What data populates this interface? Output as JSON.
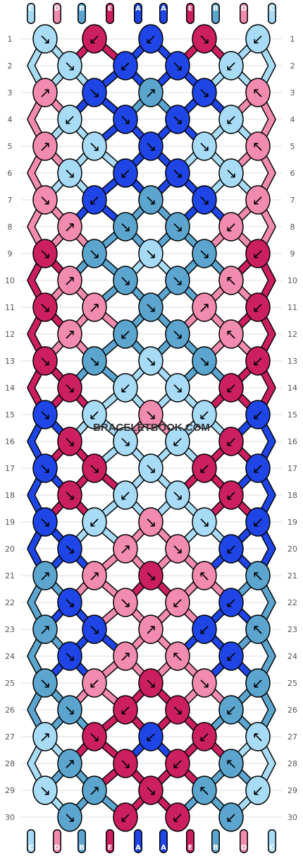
{
  "colors": {
    "A": "#1f45e6",
    "B": "#5ba5cf",
    "C": "#a8dcf6",
    "D": "#f28bb0",
    "E": "#cc1f60"
  },
  "strands_top": [
    "C",
    "D",
    "B",
    "E",
    "A",
    "A",
    "E",
    "B",
    "D",
    "C"
  ],
  "strands_bottom": [
    "C",
    "D",
    "B",
    "E",
    "A",
    "A",
    "E",
    "B",
    "D",
    "C"
  ],
  "row_numbers": [
    "1",
    "2",
    "3",
    "4",
    "5",
    "6",
    "7",
    "8",
    "9",
    "10",
    "11",
    "12",
    "13",
    "14",
    "15",
    "16",
    "17",
    "18",
    "19",
    "20",
    "21",
    "22",
    "23",
    "24",
    "25",
    "26",
    "27",
    "28",
    "29",
    "30"
  ],
  "knots": [
    [
      [
        "C",
        "↘"
      ],
      [
        "E",
        "↙"
      ],
      [
        "A",
        "↙"
      ],
      [
        "E",
        "↘"
      ],
      [
        "C",
        "↙"
      ]
    ],
    [
      [
        "C",
        "↘"
      ],
      [
        "A",
        "↙"
      ],
      [
        "A",
        "↘"
      ],
      [
        "C",
        "↙"
      ]
    ],
    [
      [
        "D",
        "↗"
      ],
      [
        "A",
        "↘"
      ],
      [
        "B",
        "↗"
      ],
      [
        "A",
        "↘"
      ],
      [
        "D",
        "↖"
      ]
    ],
    [
      [
        "C",
        "↙"
      ],
      [
        "A",
        "↘"
      ],
      [
        "A",
        "↘"
      ],
      [
        "C",
        "↙"
      ]
    ],
    [
      [
        "D",
        "↗"
      ],
      [
        "C",
        "↘"
      ],
      [
        "A",
        "↘"
      ],
      [
        "C",
        "↘"
      ],
      [
        "D",
        "↖"
      ]
    ],
    [
      [
        "C",
        "↘"
      ],
      [
        "A",
        "↙"
      ],
      [
        "A",
        "↘"
      ],
      [
        "C",
        "↘"
      ]
    ],
    [
      [
        "D",
        "↘"
      ],
      [
        "A",
        "↙"
      ],
      [
        "B",
        "↘"
      ],
      [
        "A",
        "↘"
      ],
      [
        "D",
        "↙"
      ]
    ],
    [
      [
        "D",
        "↗"
      ],
      [
        "B",
        "↘"
      ],
      [
        "B",
        "↘"
      ],
      [
        "D",
        "↙"
      ]
    ],
    [
      [
        "E",
        "↘"
      ],
      [
        "B",
        "↘"
      ],
      [
        "C",
        "↘"
      ],
      [
        "B",
        "↘"
      ],
      [
        "E",
        "↙"
      ]
    ],
    [
      [
        "D",
        "↗"
      ],
      [
        "B",
        "↘"
      ],
      [
        "B",
        "↘"
      ],
      [
        "D",
        "↖"
      ]
    ],
    [
      [
        "E",
        "↘"
      ],
      [
        "D",
        "↗"
      ],
      [
        "B",
        "↘"
      ],
      [
        "D",
        "↗"
      ],
      [
        "E",
        "↙"
      ]
    ],
    [
      [
        "D",
        "↗"
      ],
      [
        "B",
        "↙"
      ],
      [
        "B",
        "↘"
      ],
      [
        "D",
        "↖"
      ]
    ],
    [
      [
        "E",
        "↘"
      ],
      [
        "B",
        "↘"
      ],
      [
        "C",
        "↘"
      ],
      [
        "B",
        "↘"
      ],
      [
        "E",
        "↙"
      ]
    ],
    [
      [
        "E",
        "↘"
      ],
      [
        "C",
        "↙"
      ],
      [
        "C",
        "↘"
      ],
      [
        "E",
        "↙"
      ]
    ],
    [
      [
        "A",
        "↘"
      ],
      [
        "C",
        "↙"
      ],
      [
        "D",
        "↘"
      ],
      [
        "C",
        "↙"
      ],
      [
        "A",
        "↙"
      ]
    ],
    [
      [
        "E",
        "↘"
      ],
      [
        "C",
        "↘"
      ],
      [
        "C",
        "↙"
      ],
      [
        "E",
        "↙"
      ]
    ],
    [
      [
        "A",
        "↘"
      ],
      [
        "E",
        "↘"
      ],
      [
        "C",
        "↘"
      ],
      [
        "E",
        "↙"
      ],
      [
        "A",
        "↙"
      ]
    ],
    [
      [
        "E",
        "↘"
      ],
      [
        "C",
        "↙"
      ],
      [
        "C",
        "↘"
      ],
      [
        "E",
        "↙"
      ]
    ],
    [
      [
        "A",
        "↘"
      ],
      [
        "C",
        "↙"
      ],
      [
        "D",
        "↘"
      ],
      [
        "C",
        "↘"
      ],
      [
        "A",
        "↙"
      ]
    ],
    [
      [
        "A",
        "↘"
      ],
      [
        "D",
        "↗"
      ],
      [
        "D",
        "↘"
      ],
      [
        "A",
        "↙"
      ]
    ],
    [
      [
        "B",
        "↗"
      ],
      [
        "D",
        "↗"
      ],
      [
        "E",
        "↘"
      ],
      [
        "D",
        "↖"
      ],
      [
        "B",
        "↖"
      ]
    ],
    [
      [
        "A",
        "↘"
      ],
      [
        "D",
        "↘"
      ],
      [
        "D",
        "↙"
      ],
      [
        "A",
        "↙"
      ]
    ],
    [
      [
        "B",
        "↗"
      ],
      [
        "A",
        "↘"
      ],
      [
        "D",
        "↗"
      ],
      [
        "A",
        "↙"
      ],
      [
        "B",
        "↖"
      ]
    ],
    [
      [
        "A",
        "↘"
      ],
      [
        "D",
        "↗"
      ],
      [
        "D",
        "↖"
      ],
      [
        "A",
        "↙"
      ]
    ],
    [
      [
        "B",
        "↘"
      ],
      [
        "D",
        "↙"
      ],
      [
        "E",
        "↘"
      ],
      [
        "D",
        "↘"
      ],
      [
        "B",
        "↙"
      ]
    ],
    [
      [
        "B",
        "↘"
      ],
      [
        "E",
        "↙"
      ],
      [
        "E",
        "↘"
      ],
      [
        "B",
        "↙"
      ]
    ],
    [
      [
        "C",
        "↗"
      ],
      [
        "E",
        "↘"
      ],
      [
        "A",
        "↙"
      ],
      [
        "E",
        "↙"
      ],
      [
        "C",
        "↖"
      ]
    ],
    [
      [
        "B",
        "↗"
      ],
      [
        "E",
        "↘"
      ],
      [
        "E",
        "↙"
      ],
      [
        "B",
        "↖"
      ]
    ],
    [
      [
        "C",
        "↘"
      ],
      [
        "B",
        "↗"
      ],
      [
        "E",
        "↘"
      ],
      [
        "B",
        "↖"
      ],
      [
        "C",
        "↙"
      ]
    ],
    [
      [
        "B",
        "↘"
      ],
      [
        "E",
        "↙"
      ],
      [
        "E",
        "↙"
      ],
      [
        "B",
        "↙"
      ]
    ]
  ],
  "watermark": "BRACELETBOOK.COM"
}
